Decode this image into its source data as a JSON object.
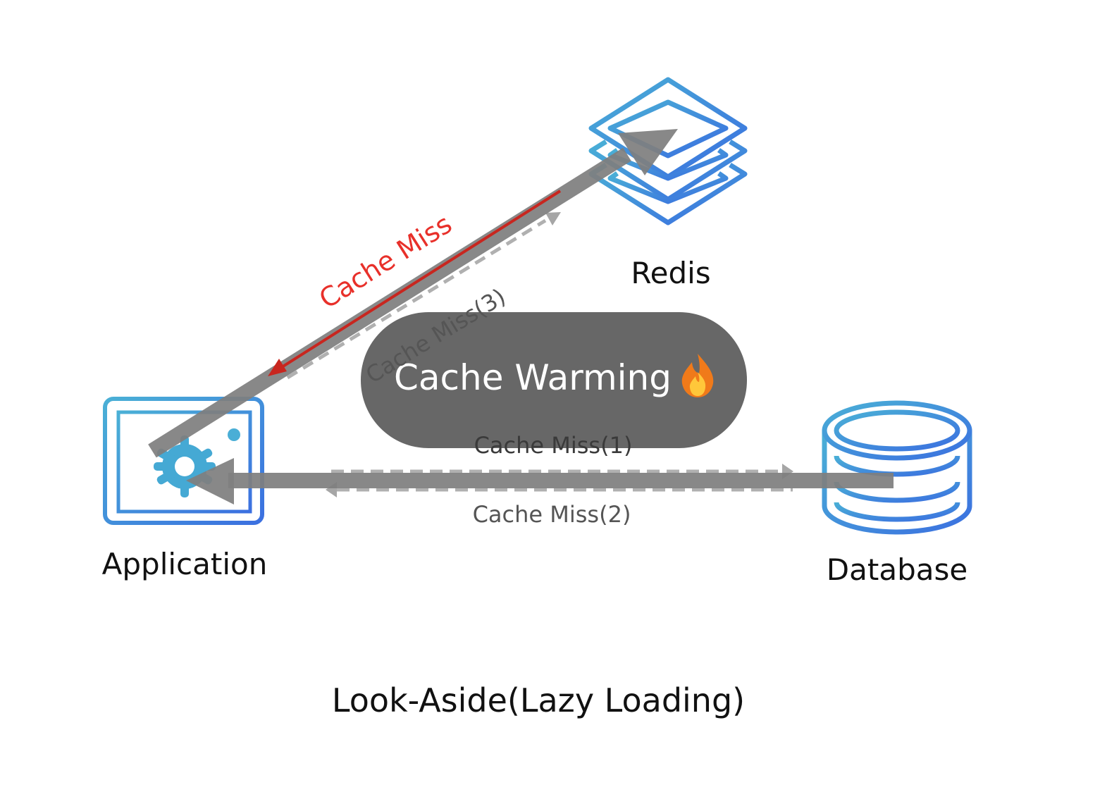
{
  "nodes": {
    "redis": "Redis",
    "application": "Application",
    "database": "Database"
  },
  "center_badge": {
    "label": "Cache Warming",
    "emoji": "🔥",
    "background": "#676767"
  },
  "arrows": {
    "cache_miss": "Cache Miss",
    "cache_miss_1": "Cache Miss(1)",
    "cache_miss_2": "Cache Miss(2)",
    "cache_miss_3": "Cache Miss(3)"
  },
  "caption": "Look-Aside(Lazy Loading)",
  "colors": {
    "icon_gradient_start": "#4aaed8",
    "icon_gradient_end": "#3a6fe0",
    "main_arrow": "#7f7f7f",
    "cache_miss_red": "#e8302a",
    "dashed_arrow": "#b0b0b0"
  },
  "icons": {
    "redis": "stack-layers-icon",
    "application": "app-window-gear-icon",
    "database": "database-cylinder-icon"
  }
}
